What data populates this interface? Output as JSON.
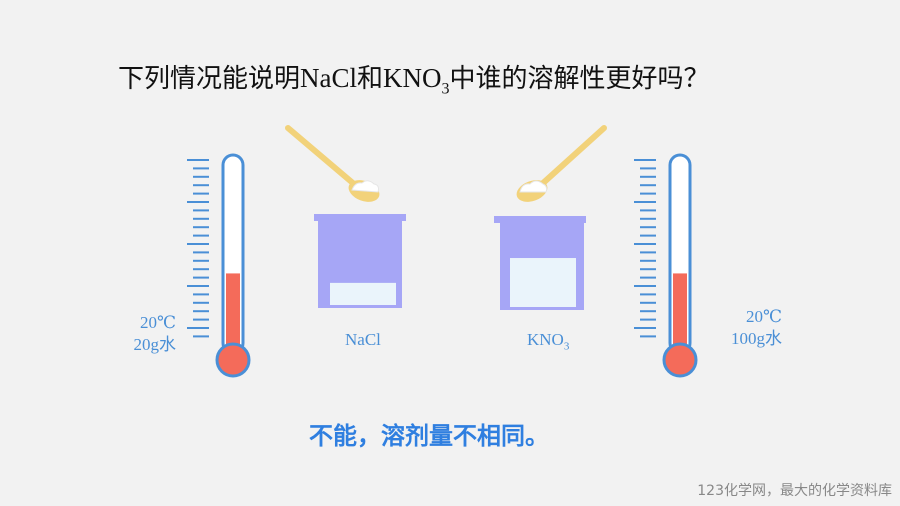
{
  "question": {
    "prefix": "下列情况能说明",
    "chem1": "NaCl",
    "mid": "和",
    "chem2": "KNO",
    "chem2_sub": "3",
    "suffix": "中谁的溶解性更好吗？"
  },
  "left": {
    "temp": "20℃",
    "water": "20g水",
    "beaker_label": "NaCl"
  },
  "right": {
    "temp": "20℃",
    "water": "100g水",
    "beaker_label": "KNO",
    "beaker_label_sub": "3"
  },
  "answer": "不能，溶剂量不相同。",
  "footer": "123化学网，最大的化学资料库",
  "colors": {
    "accent_blue": "#4a8fd6",
    "answer_blue": "#2f7fe0",
    "mercury": "#f46b5a",
    "beaker": "#a6a6f6",
    "liquid": "#eaf4fb",
    "spoon": "#f2d27a"
  },
  "levels": {
    "left_thermometer": 0.42,
    "right_thermometer": 0.42,
    "left_beaker_liquid": 0.28,
    "right_beaker_liquid": 0.62
  }
}
